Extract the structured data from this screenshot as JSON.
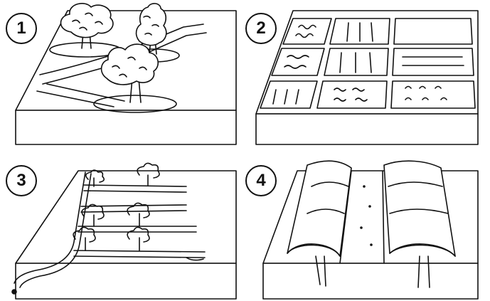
{
  "panels": [
    {
      "number": "1",
      "content": "trees-with-mulch-rings-and-paths"
    },
    {
      "number": "2",
      "content": "raised-vegetable-beds-grid"
    },
    {
      "number": "3",
      "content": "drip-irrigation-lines-with-plants"
    },
    {
      "number": "4",
      "content": "row-covers-over-beds"
    }
  ],
  "colors": {
    "ink": "#111111",
    "paper": "#ffffff"
  }
}
